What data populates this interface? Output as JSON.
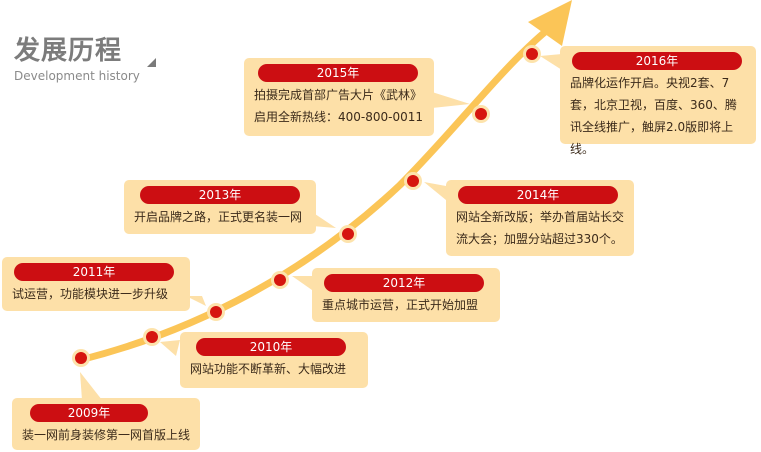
{
  "header": {
    "title": "发展历程",
    "subtitle": "Development history"
  },
  "timeline": [
    {
      "year": "2009年",
      "text": "装一网前身装修第一网首版上线"
    },
    {
      "year": "2010年",
      "text": "网站功能不断革新、大幅改进"
    },
    {
      "year": "2011年",
      "text": "试运营，功能模块进一步升级"
    },
    {
      "year": "2012年",
      "text": "重点城市运营，正式开始加盟"
    },
    {
      "year": "2013年",
      "text": "开启品牌之路，正式更名装一网"
    },
    {
      "year": "2014年",
      "text": "网站全新改版；举办首届站长交流大会；加盟分站超过330个。"
    },
    {
      "year": "2015年",
      "text": "拍摄完成首部广告大片《武林》启用全新热线：400-800-0011"
    },
    {
      "year": "2016年",
      "text": "品牌化运作开启。央视2套、7套，北京卫视，百度、360、腾讯全线推广，触屏2.0版即将上线。"
    }
  ],
  "colors": {
    "card": "#fde0a8",
    "year_pill": "#cc0e12",
    "curve": "#fbc557",
    "dot": "#d6160f"
  }
}
